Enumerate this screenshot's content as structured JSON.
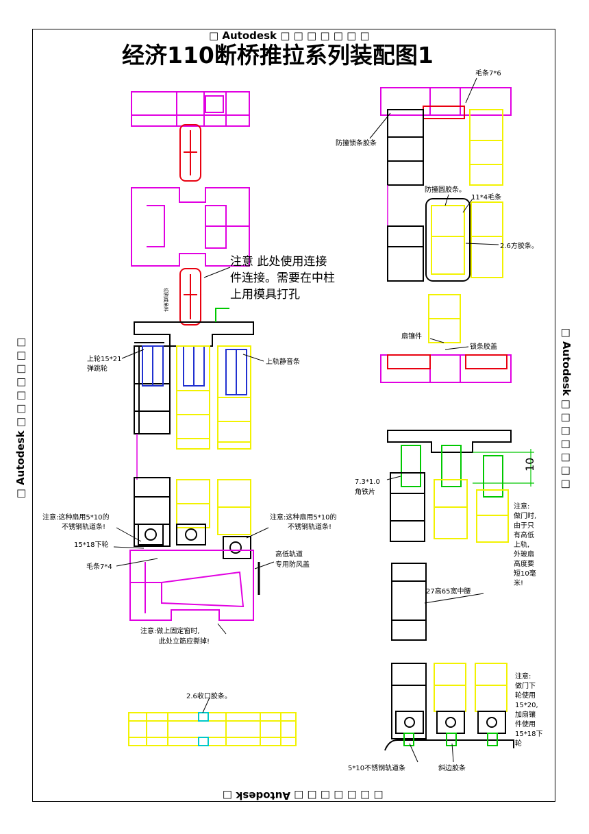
{
  "title": "经济110断桥推拉系列装配图1",
  "watermarks": {
    "top": "□ Autodesk □ □ □ □ □ □ □",
    "bottom": "□ □ □ □ □ □ □ Autodesk □",
    "left": "□ Autodesk □ □ □ □ □ □ □",
    "right": "□ Autodesk □ □ □ □ □ □ □"
  },
  "notes": {
    "connector_note_1": "注意 此处使用连接",
    "connector_note_2": "件连接。需要在中柱",
    "connector_note_3": "上用模具打孔",
    "cut_corner": "切割成角料",
    "wheel_1": "上轮15*21",
    "wheel_2": "弹跳轮",
    "top_track": "上轨静音条",
    "steel_left_1": "注意:这种扇用5*10的",
    "steel_left_2": "不锈钢轨道条!",
    "steel_right_1": "注意:这种扇用5*10的",
    "steel_right_2": "不锈钢轨道条!",
    "lower_wheel": "15*18下轮",
    "brush_7x4": "毛条7*4",
    "hilo_1": "高低轨道",
    "hilo_2": "专用防风盖",
    "fixed_1": "注意:做上固定窗时,",
    "fixed_2": "此处立筋应撕掉!",
    "edge_strip": "2.6收口胶条。",
    "brush_7x6": "毛条7*6",
    "anti_lock": "防撞锁条胶条",
    "anti_round": "防撞圆胶条。",
    "brush_11x4": "11*4毛条",
    "square_strip": "2.6方胶条。",
    "sash_insert": "扇镶件",
    "lock_strip": "锁条胶盖",
    "angle_1": "7.3*1.0",
    "angle_2": "角铁片",
    "dim_10": "10",
    "door_note": [
      "注意:",
      "做门时,",
      "由于只",
      "有高低",
      "上轨,",
      "外玻扇",
      "高度要",
      "短10毫",
      "米!"
    ],
    "mullion": "27高65宽中腰",
    "door_wheel_note": [
      "注意:",
      "做门下",
      "轮使用",
      "15*20,",
      "加扇镶",
      "件使用",
      "15*18下",
      "轮"
    ],
    "steel_track": "5*10不锈钢轨道条",
    "bevel_strip": "斜边胶条"
  },
  "colors": {
    "magenta": "#e100e1",
    "yellow": "#f2f200",
    "red": "#e8000f",
    "blue": "#2030d0",
    "green": "#00c800",
    "cyan": "#00c8c8",
    "black": "#000000"
  }
}
